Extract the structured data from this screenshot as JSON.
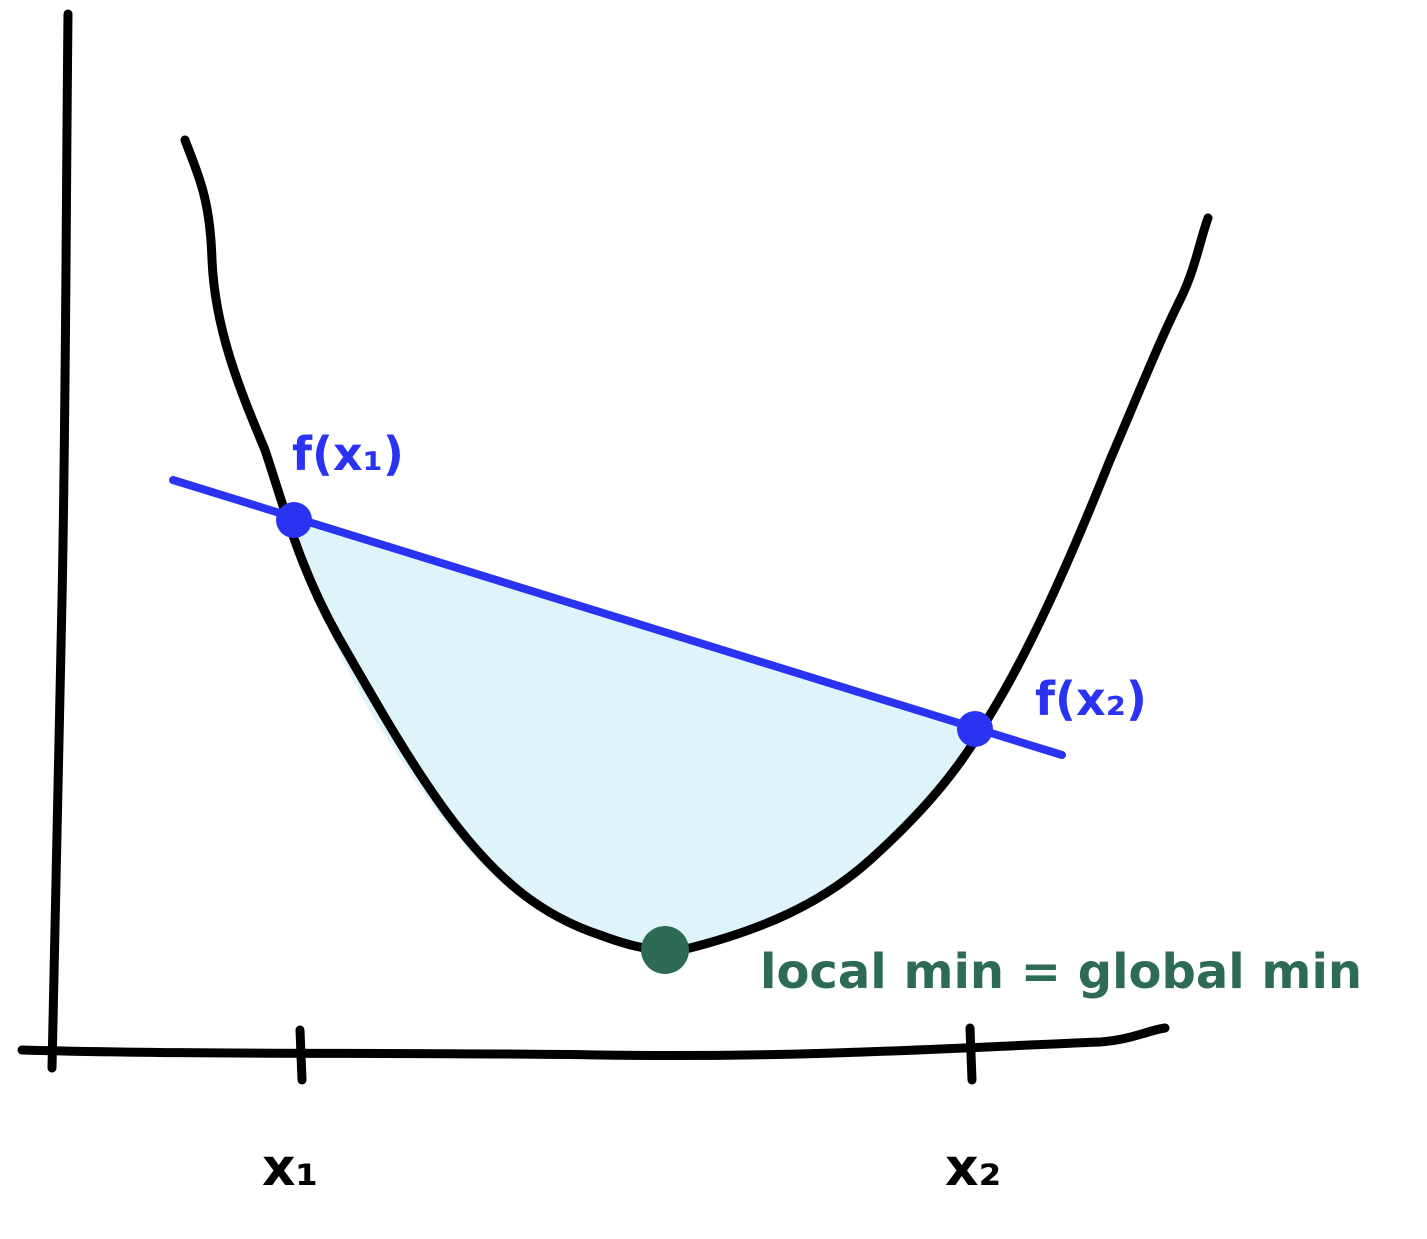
{
  "colors": {
    "axis": "#000000",
    "curve": "#000000",
    "secant": "#2a33f2",
    "region_fill": "#dff4fa",
    "min_point": "#2e6b55"
  },
  "labels": {
    "f_x1": "f(x₁)",
    "f_x2": "f(x₂)",
    "min": "local min = global min",
    "x1": "x₁",
    "x2": "x₂"
  }
}
